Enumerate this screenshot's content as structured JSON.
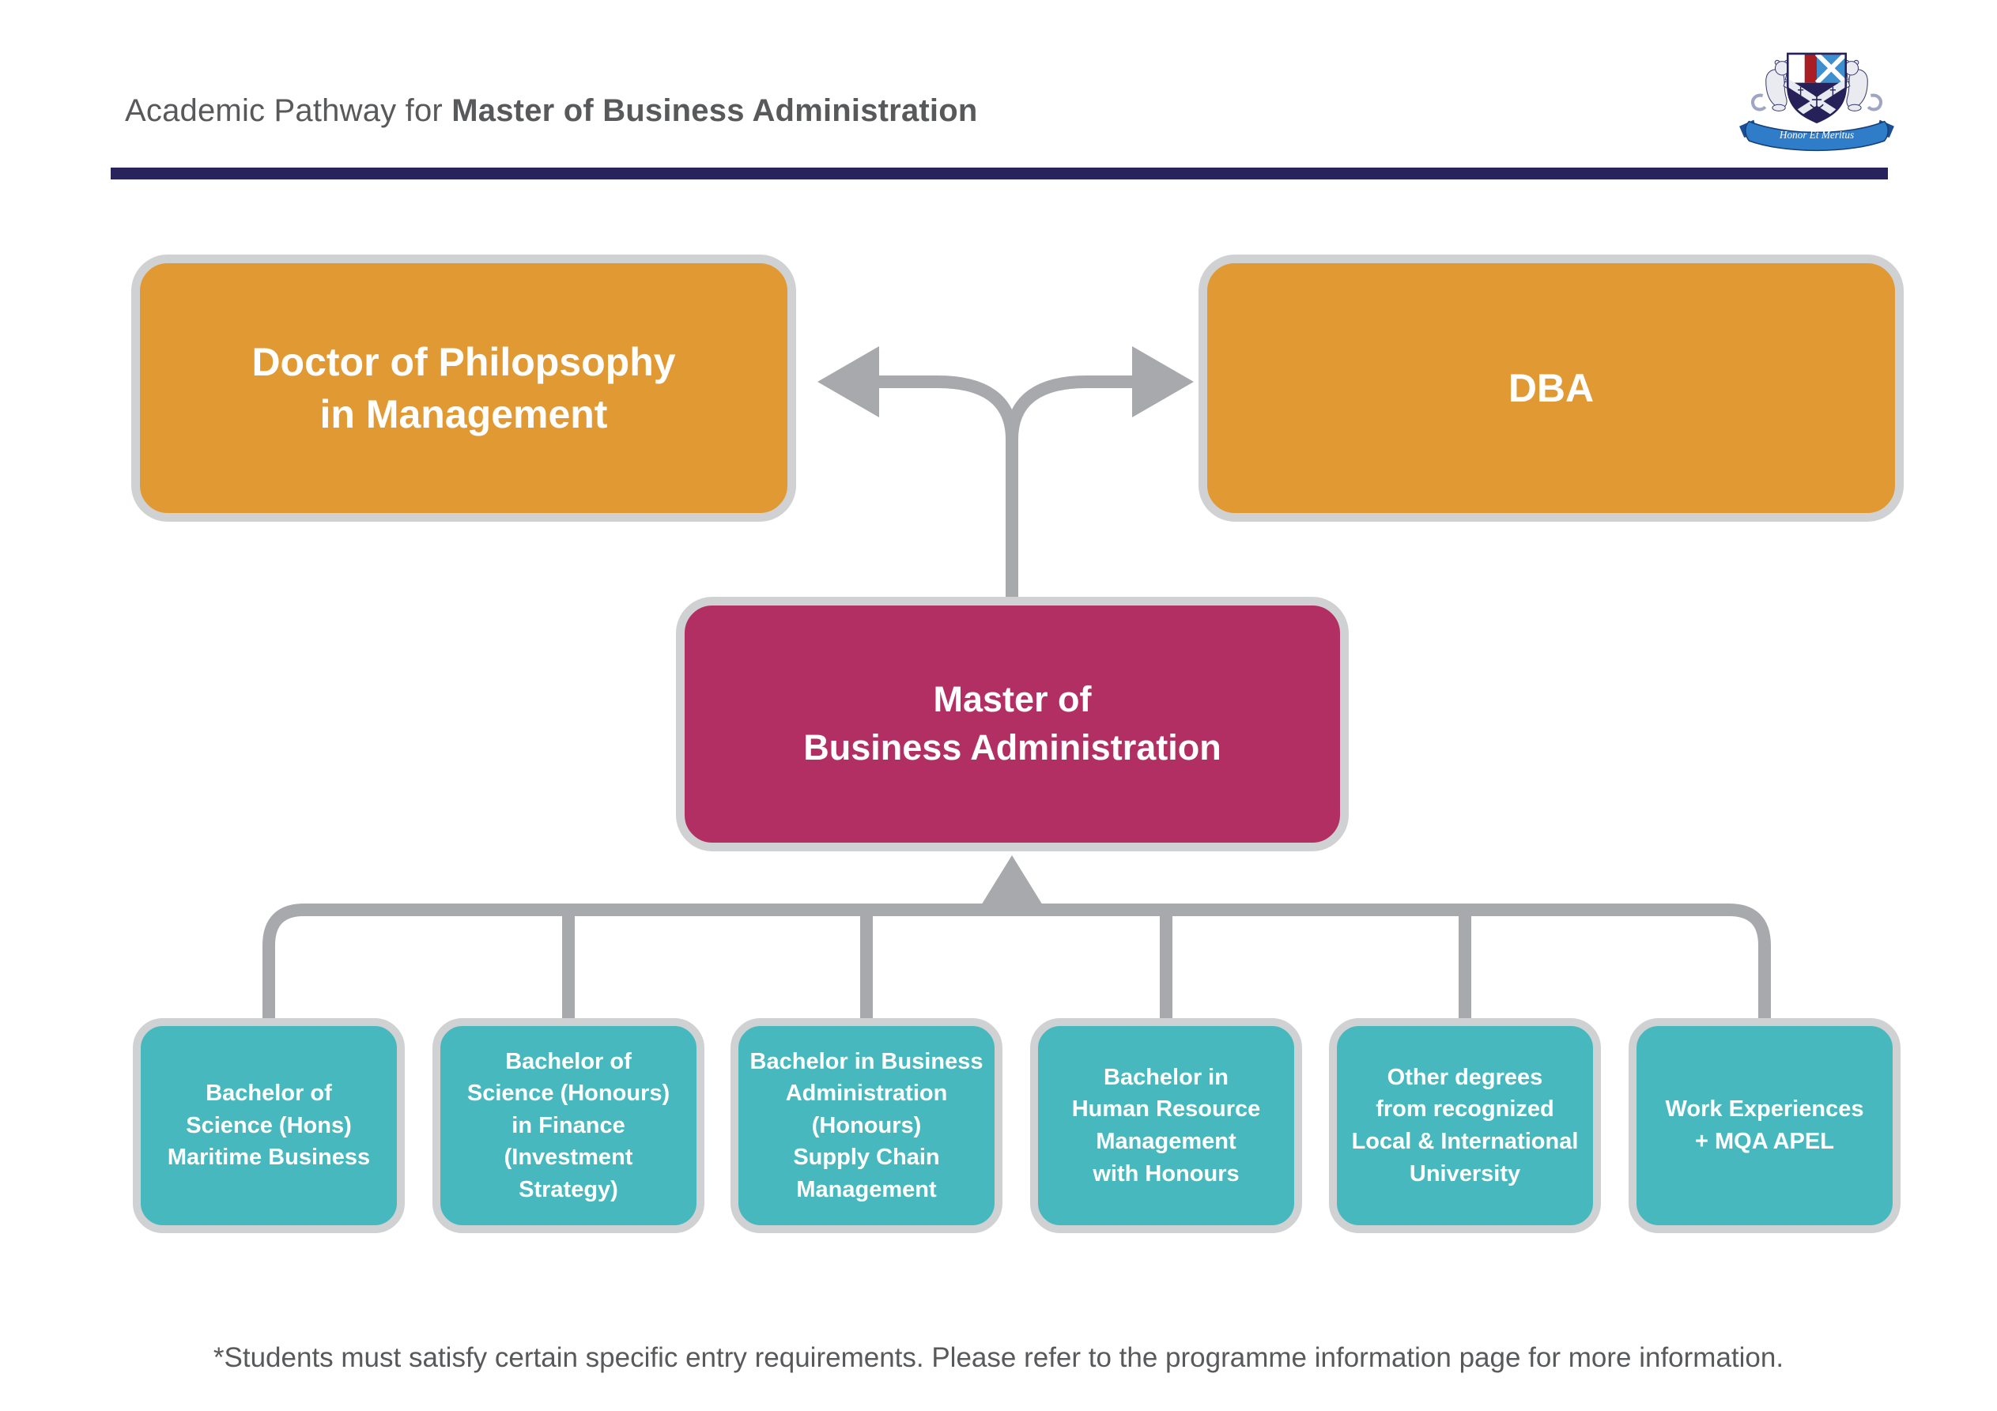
{
  "header": {
    "title_regular": "Academic Pathway for ",
    "title_bold": "Master of Business Administration",
    "logo": {
      "motto": "Honor Et Meritus"
    }
  },
  "diagram": {
    "doctorate_left": {
      "label": "Doctor of Philopsophy\nin Management"
    },
    "doctorate_right": {
      "label": "DBA"
    },
    "programme": {
      "label": "Master of\nBusiness Administration"
    },
    "entry_pathways": [
      {
        "label": "Bachelor of\nScience (Hons)\nMaritime Business"
      },
      {
        "label": "Bachelor of\nScience (Honours)\nin Finance\n(Investment\nStrategy)"
      },
      {
        "label": "Bachelor in Business\nAdministration\n(Honours)\nSupply Chain\nManagement"
      },
      {
        "label": "Bachelor in\nHuman Resource\nManagement\nwith Honours"
      },
      {
        "label": "Other degrees\nfrom recognized\nLocal & International\nUniversity"
      },
      {
        "label": "Work Experiences\n+ MQA APEL"
      }
    ]
  },
  "footer": {
    "note": "*Students must satisfy certain specific entry requirements. Please refer to the programme information page for more information."
  },
  "colors": {
    "orange": "#E19A33",
    "magenta": "#B22F63",
    "teal": "#47B9BE",
    "connector_gray": "#A7A9AC",
    "border_gray": "#CFD1D3",
    "navy": "#29235C",
    "text_gray": "#58595B"
  }
}
